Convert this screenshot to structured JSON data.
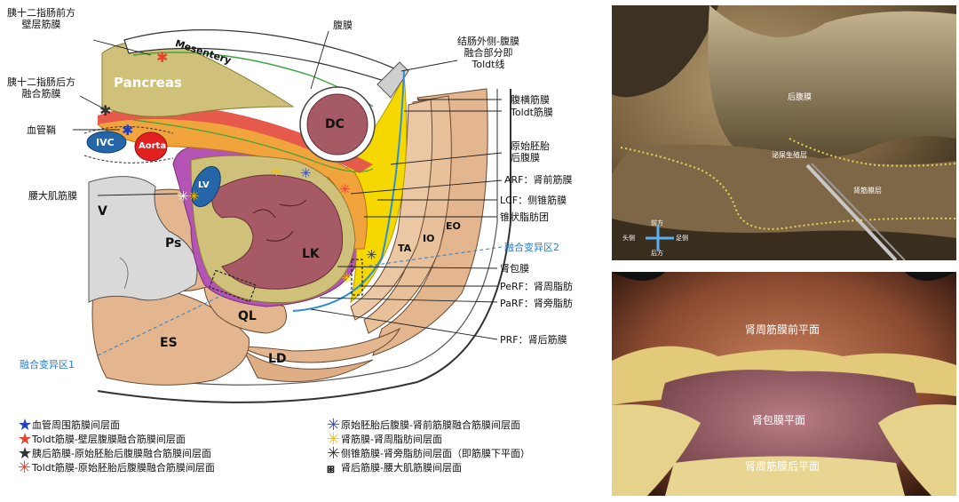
{
  "diagram": {
    "labels": {
      "duodenum_anterior": "胰十二指肠前方\n壁层筋膜",
      "peritoneum": "腹膜",
      "toldt_line": "结肠外侧-腹膜\n融合部分即\nToldt线",
      "duodenum_posterior": "胰十二指肠后方\n融合筋膜",
      "transversalis": "腹横筋膜",
      "toldt_fascia": "Toldt筋膜",
      "vascular_sheath": "血管鞘",
      "primitive_retro": "原始胚胎\n后腹膜",
      "psoas_fascia": "腰大肌筋膜",
      "arf": "ARF：肾前筋膜",
      "lcf": "LCF：侧锥筋膜",
      "cone_fat": "锥状脂肪团",
      "fusion_zone_2": "融合变异区2",
      "renal_capsule": "肾包膜",
      "perf": "PeRF：肾周脂肪",
      "parf": "PaRF：肾旁脂肪",
      "prf": "PRF：肾后筋膜",
      "fusion_zone_1": "融合变异区1"
    },
    "organs": {
      "pancreas": "Pancreas",
      "mesentery": "Mesentery",
      "dc": "DC",
      "ivc": "IVC",
      "aorta": "Aorta",
      "lv": "LV",
      "v": "V",
      "ps": "Ps",
      "lk": "LK",
      "ta": "TA",
      "io": "IO",
      "eo": "EO",
      "ql": "QL",
      "es": "ES",
      "ld": "LD"
    }
  },
  "legend": [
    {
      "text": "血管周围筋膜间层面",
      "color": "#1f3fc4",
      "style": "star"
    },
    {
      "text": "Toldt筋膜-壁层腹膜融合筋膜间层面",
      "color": "#e8432a",
      "style": "star"
    },
    {
      "text": "胰后筋膜-原始胚胎后腹膜融合筋膜间层面",
      "color": "#333333",
      "style": "star"
    },
    {
      "text": "Toldt筋膜-原始胚胎后腹膜融合筋膜间层面",
      "color": "#e8432a",
      "style": "asterisk"
    },
    {
      "text": "原始胚胎后腹膜-肾前筋膜融合筋膜间层面",
      "color": "#3a4fa8",
      "style": "asterisk"
    },
    {
      "text": "肾筋膜-肾周脂肪间层面",
      "color": "#f2c200",
      "style": "asterisk"
    },
    {
      "text": "侧锥筋膜-肾旁脂肪间层面（即筋膜下平面）",
      "color": "#333333",
      "style": "asterisk"
    },
    {
      "text": "肾后筋膜-腰大肌筋膜间层面",
      "color": "#222222",
      "style": "box"
    }
  ],
  "photo_top": {
    "labels": {
      "peritoneum": "后腹膜",
      "germinal_layer": "泌尿生殖层",
      "renal_fascia": "肾筋膜层",
      "head": "头侧",
      "front": "前方",
      "foot": "足侧",
      "back": "后方"
    }
  },
  "photo_bottom": {
    "labels": {
      "anterior_plane": "肾周筋膜前平面",
      "capsule_plane": "肾包膜平面",
      "posterior_plane": "肾周筋膜后平面"
    }
  },
  "colors": {
    "tan": "#e3b68f",
    "olive": "#cfc07a",
    "purple": "#b454b4",
    "orange": "#f2a43c",
    "yellow": "#f5d800",
    "red_layer": "#e55a4a",
    "kidney": "#a65a66",
    "blue_line": "#2d8fd8",
    "green_line": "#3aa43a"
  }
}
